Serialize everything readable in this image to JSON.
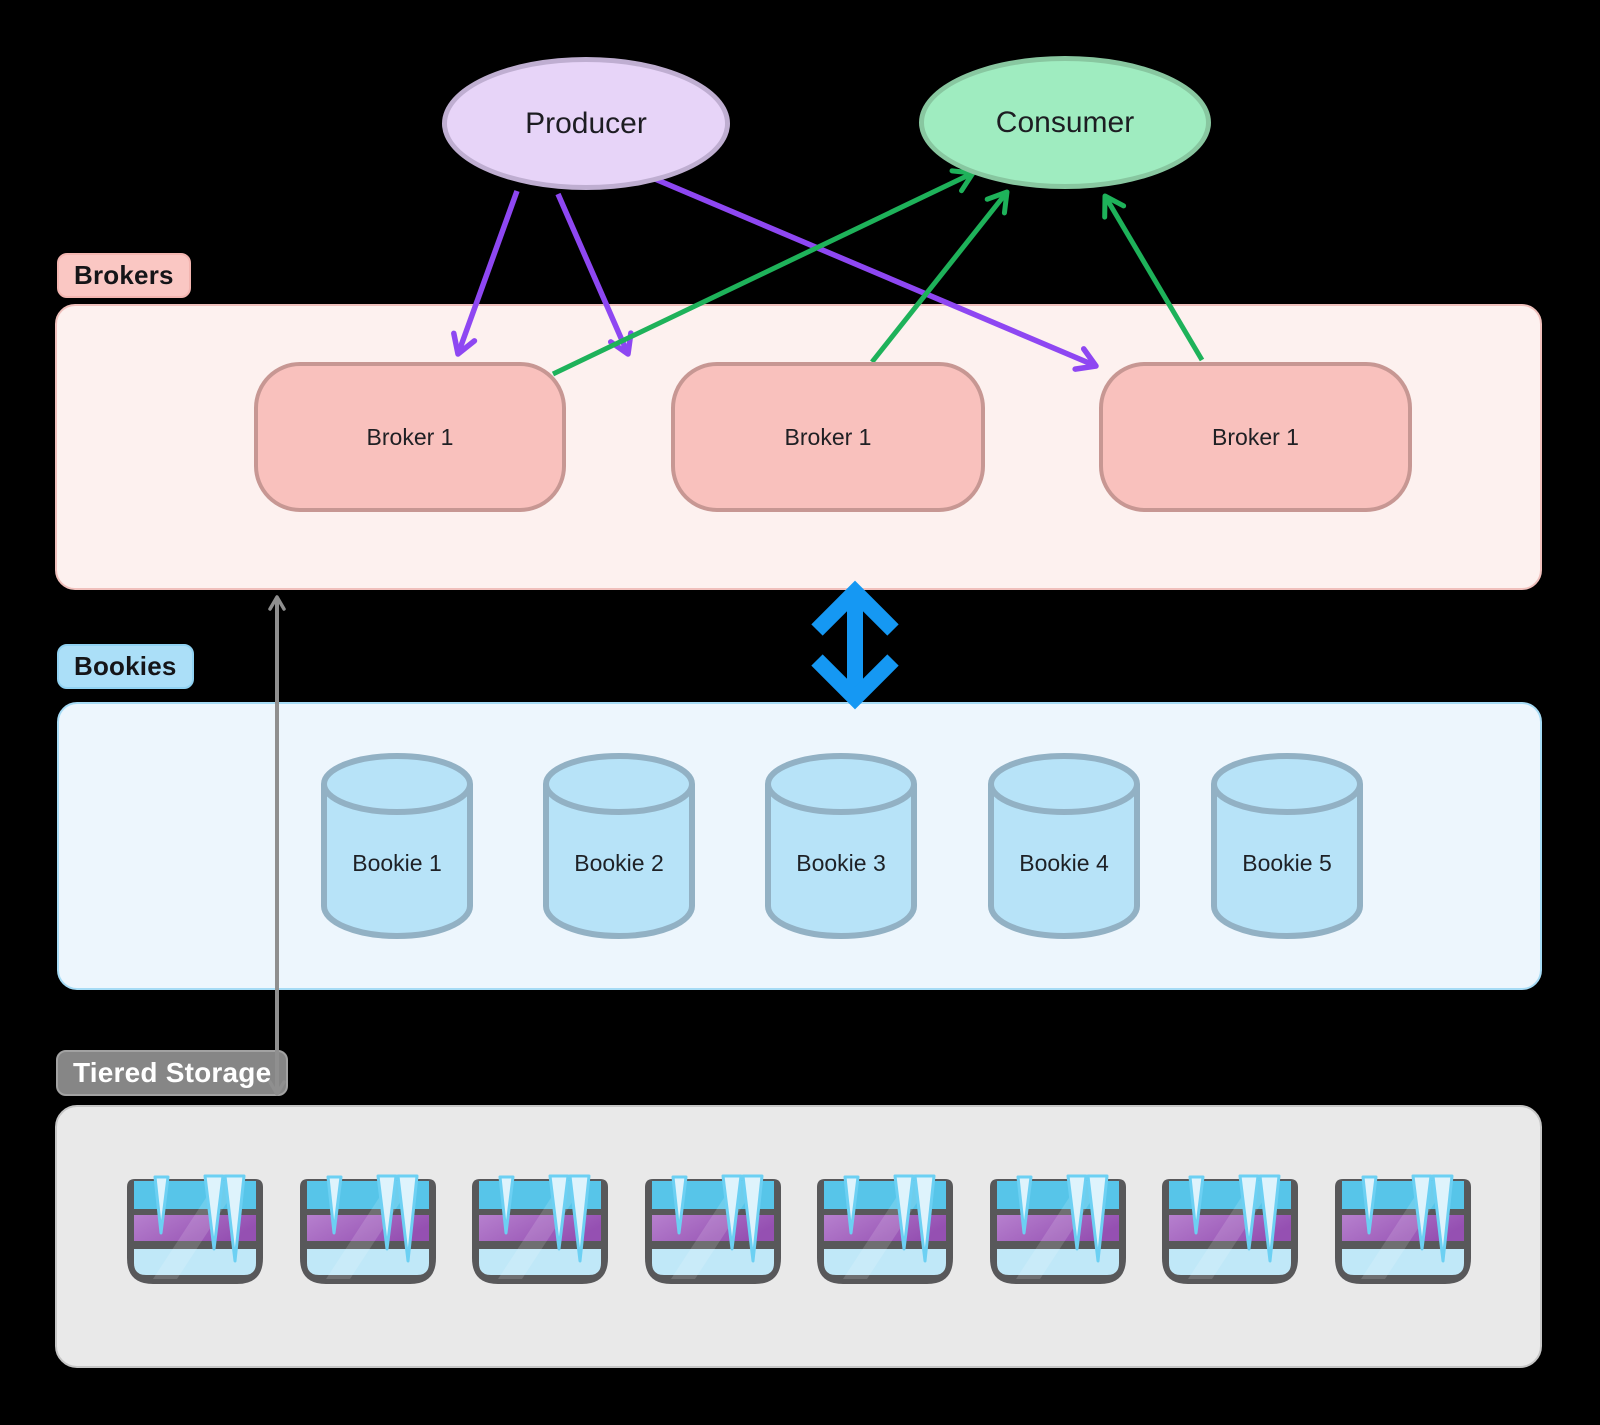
{
  "nodes": {
    "producer": {
      "label": "Producer"
    },
    "consumer": {
      "label": "Consumer"
    }
  },
  "brokers": {
    "badge": "Brokers",
    "items": [
      {
        "label": "Broker 1"
      },
      {
        "label": "Broker 1"
      },
      {
        "label": "Broker 1"
      }
    ]
  },
  "bookies": {
    "badge": "Bookies",
    "items": [
      {
        "label": "Bookie 1"
      },
      {
        "label": "Bookie 2"
      },
      {
        "label": "Bookie 3"
      },
      {
        "label": "Bookie 4"
      },
      {
        "label": "Bookie 5"
      }
    ]
  },
  "tiered_storage": {
    "badge": "Tiered Storage",
    "icon_count": 8
  },
  "colors": {
    "purple-arrow": "#8e47f2",
    "green-arrow": "#1eb25a",
    "blue-arrow": "#1598f3",
    "gray-arrow": "#8f8f8f",
    "producer-fill": "#e7d4f8",
    "producer-border": "#bfaed1",
    "consumer-fill": "#9fecc0",
    "consumer-border": "#88c7a0",
    "broker-fill": "#f9c1bd",
    "broker-border": "#c79793",
    "brokers-panel": "#fdf1ef",
    "brokers-panel-border": "#f0c0bc",
    "bookies-panel": "#edf6fd",
    "bookies-panel-border": "#a6dbf5",
    "cylinder-fill": "#b7e3f8",
    "cylinder-border": "#92b1c4",
    "tiered-panel": "#e9e9e9",
    "tiered-panel-border": "#c6c6c6",
    "badge-brokers": "#fac7c3",
    "badge-bookies": "#abdff8",
    "badge-tiered": "#868686"
  }
}
